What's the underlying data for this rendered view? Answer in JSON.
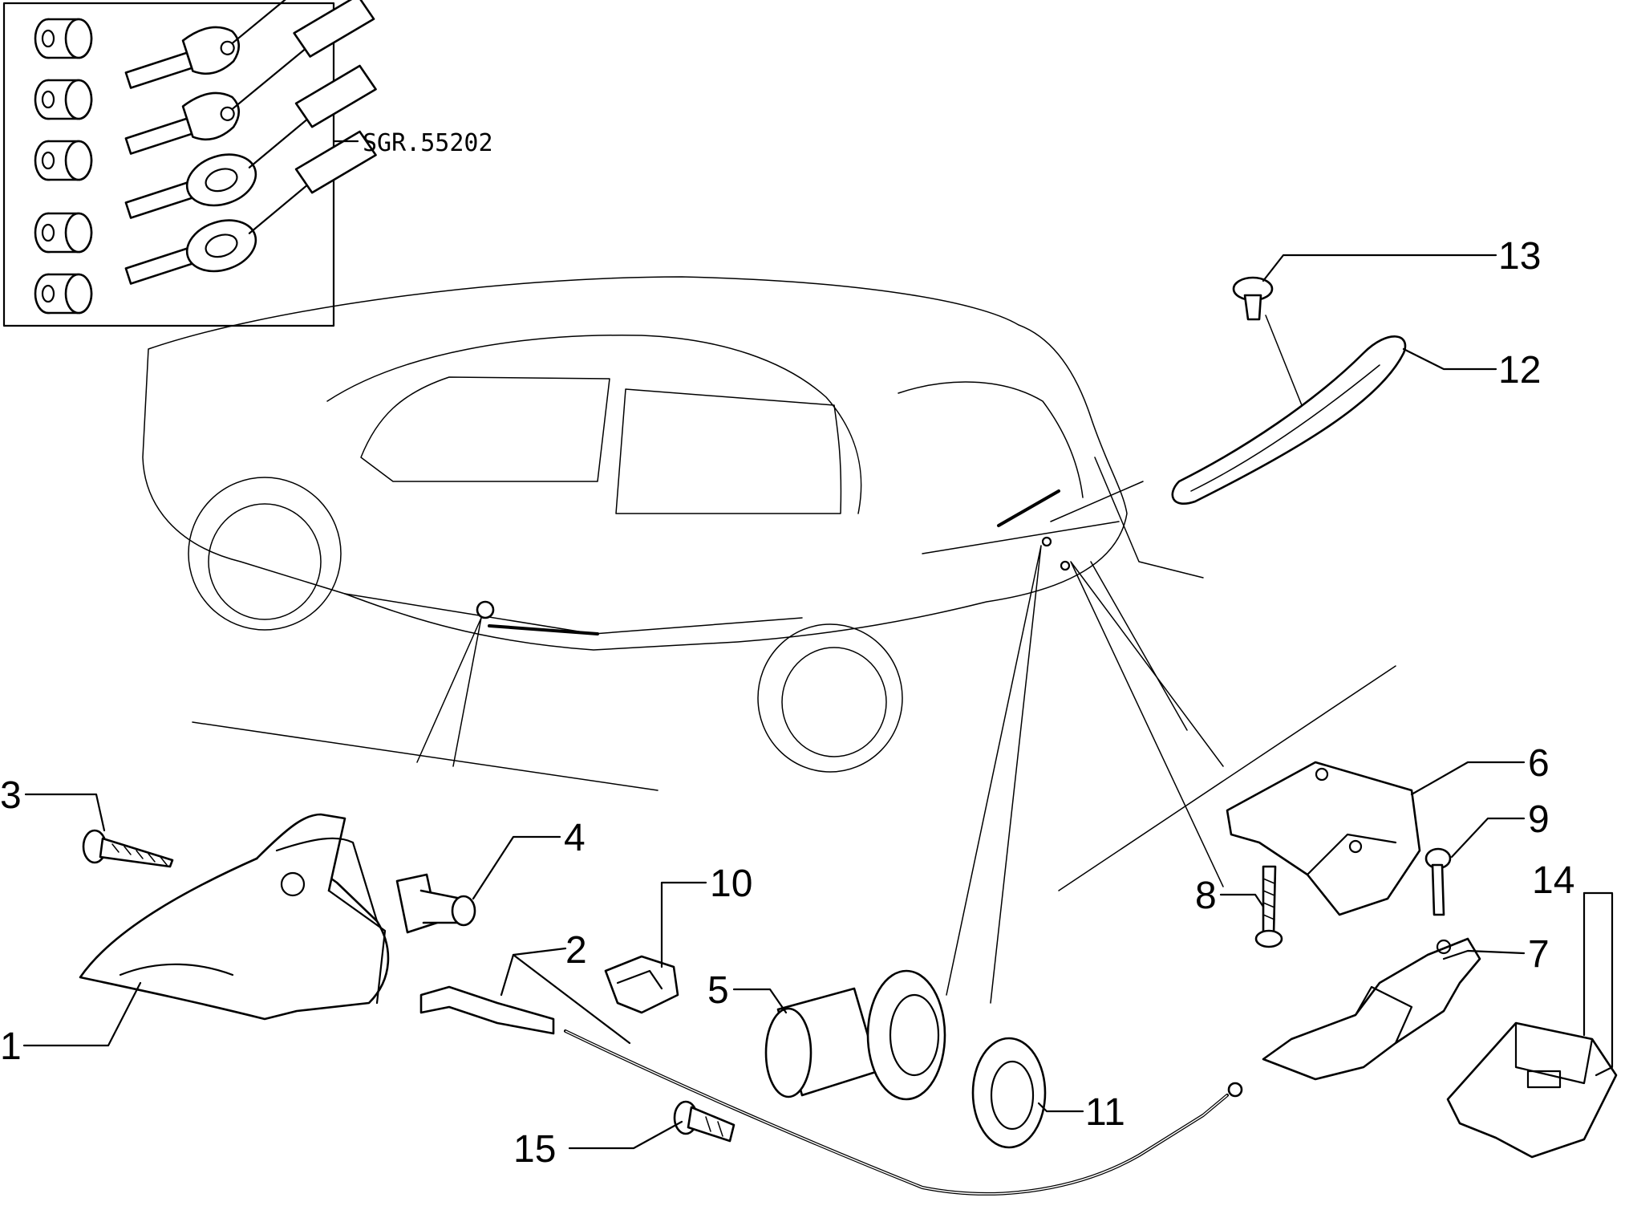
{
  "kit_reference": "SGR.55202",
  "callouts": {
    "c1": "1",
    "c2": "2",
    "c3": "3",
    "c4": "4",
    "c5": "5",
    "c6": "6",
    "c7": "7",
    "c8": "8",
    "c9": "9",
    "c10": "10",
    "c11": "11",
    "c12": "12",
    "c13": "13",
    "c14": "14",
    "c15": "15"
  }
}
